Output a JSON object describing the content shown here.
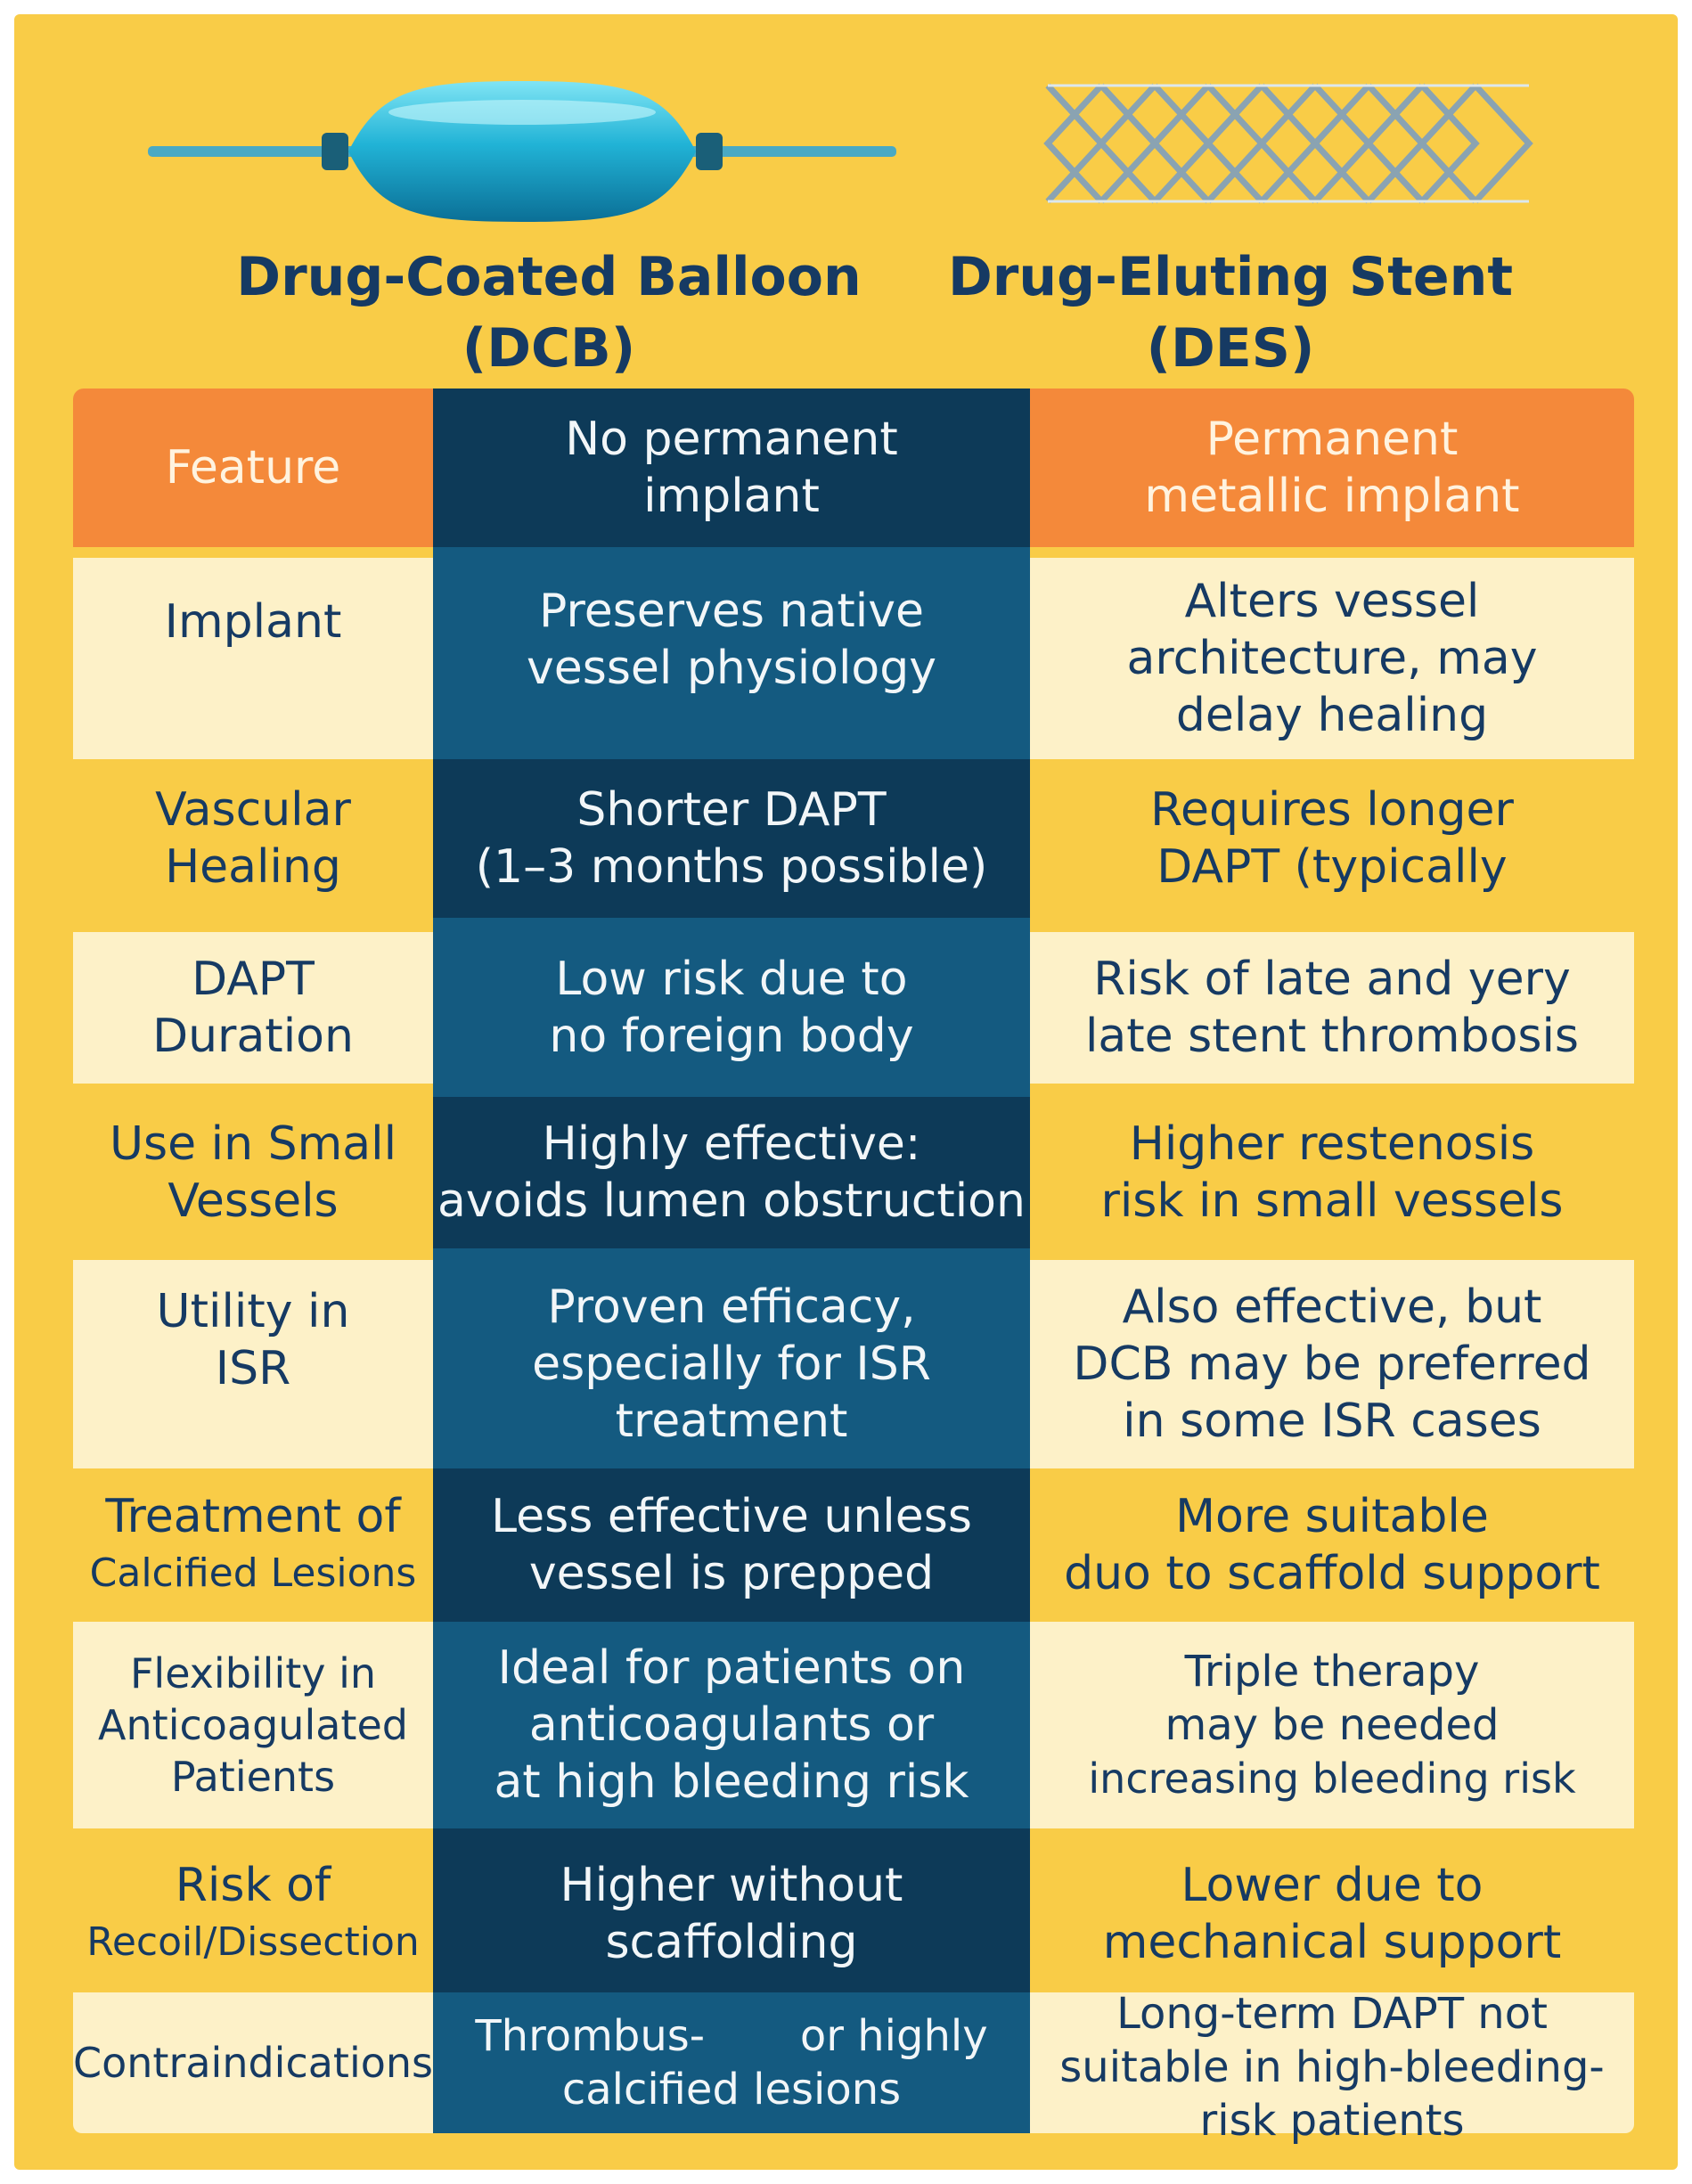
{
  "devices": {
    "dcb": {
      "title_line1": "Drug-Coated Balloon",
      "title_line2": "(DCB)",
      "icon": "balloon-catheter-icon"
    },
    "des": {
      "title_line1": "Drug-Eluting Stent",
      "title_line2": "(DES)",
      "icon": "stent-mesh-icon"
    }
  },
  "colors": {
    "background": "#f9cc47",
    "header_orange": "#f4893a",
    "navy_dark": "#0d3a58",
    "navy_mid": "#145a80",
    "cream": "#fdf1c8",
    "title_blue": "#163a63"
  },
  "table": {
    "header": {
      "feature": "Feature",
      "dcb": [
        "No permanent",
        "implant"
      ],
      "des": [
        "Permanent",
        "metallic implant"
      ]
    },
    "rows": [
      {
        "feature": [
          "Implant"
        ],
        "dcb": [
          "Preserves native",
          "vessel physiology"
        ],
        "des": [
          "Alters vessel",
          "architecture,  may",
          "delay healing"
        ]
      },
      {
        "feature": [
          "Vascular",
          "Healing"
        ],
        "dcb": [
          "Shorter DAPT",
          "(1–3 months possible)"
        ],
        "des": [
          "Requires longer",
          "DAPT (typically"
        ]
      },
      {
        "feature": [
          "DAPT",
          "Duration"
        ],
        "dcb": [
          "Low risk due to",
          "no foreign body"
        ],
        "des": [
          "Risk of late and yery",
          "late stent thrombosis"
        ]
      },
      {
        "feature": [
          "Use in Small",
          "Vessels"
        ],
        "dcb": [
          "Highly effective:",
          "avoids lumen obstruction"
        ],
        "des": [
          "Higher restenosis",
          "risk in small vessels"
        ]
      },
      {
        "feature": [
          "Utility in",
          "ISR"
        ],
        "dcb": [
          "Proven efficacy,",
          "especially for ISR",
          "treatment"
        ],
        "des": [
          "Also effective, but",
          "DCB may be preferred",
          "in some ISR cases"
        ]
      },
      {
        "feature": [
          "Treatment of",
          "Calcified Lesions"
        ],
        "dcb": [
          "Less effective unless",
          "vessel is prepped"
        ],
        "des": [
          "More suitable",
          "duo to scaffold support"
        ]
      },
      {
        "feature": [
          "Flexibility in",
          "Anticoagulated",
          "Patients"
        ],
        "dcb": [
          "Ideal for patients on",
          "anticoagulants or",
          "at high bleeding risk"
        ],
        "des": [
          "Triple therapy",
          "may be needed",
          "increasing bleeding risk"
        ]
      },
      {
        "feature": [
          "Risk of",
          "Recoil/Dissection"
        ],
        "dcb": [
          "Higher without",
          "scaffolding"
        ],
        "des": [
          "Lower due to",
          "mechanical support"
        ]
      },
      {
        "feature": [
          "Contraindications"
        ],
        "dcb": [
          "Thrombus-       or highly",
          "calcified lesions"
        ],
        "des": [
          "Long-term DAPT not",
          "suitable in high-bleeding-",
          "risk patients"
        ]
      }
    ]
  }
}
